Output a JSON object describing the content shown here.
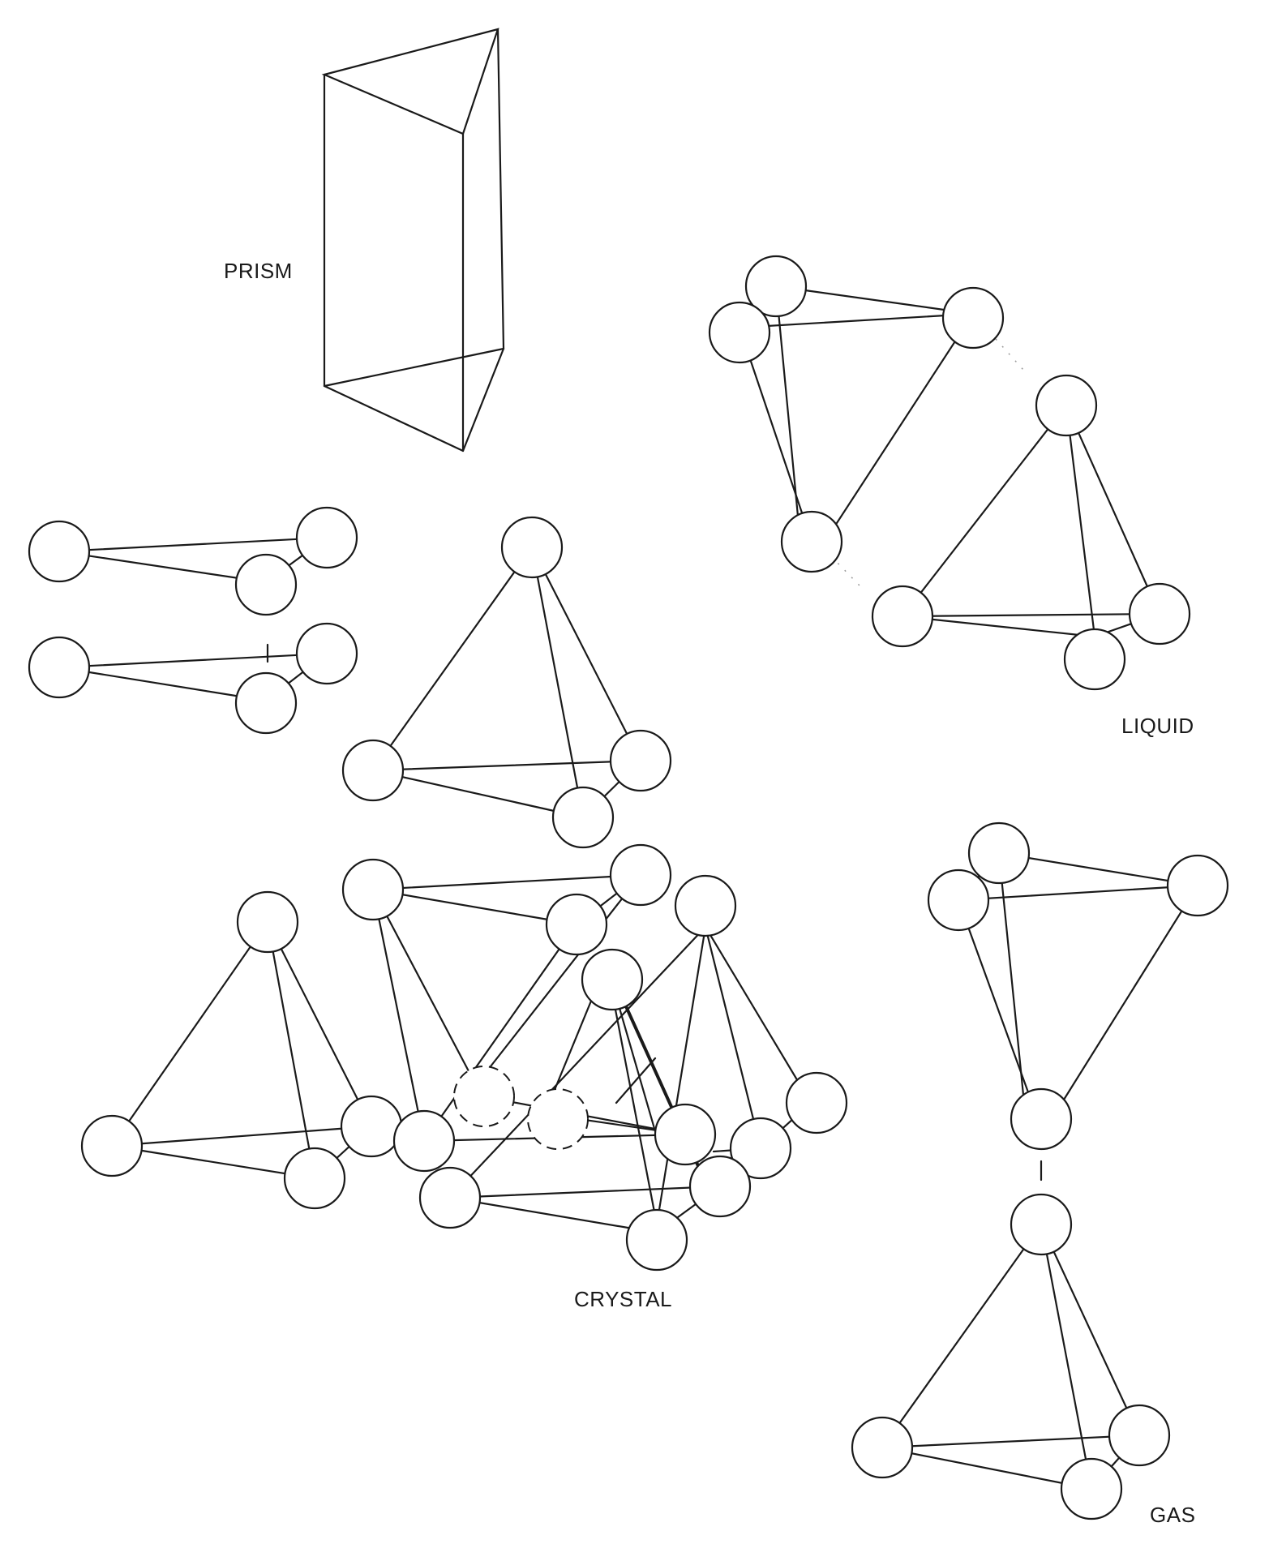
{
  "labels": {
    "prism": "PRISM",
    "liquid": "LIQUID",
    "crystal": "CRYSTAL",
    "gas": "GAS"
  },
  "colors": {
    "ink": "#1a1a1a",
    "background": "#ffffff"
  }
}
